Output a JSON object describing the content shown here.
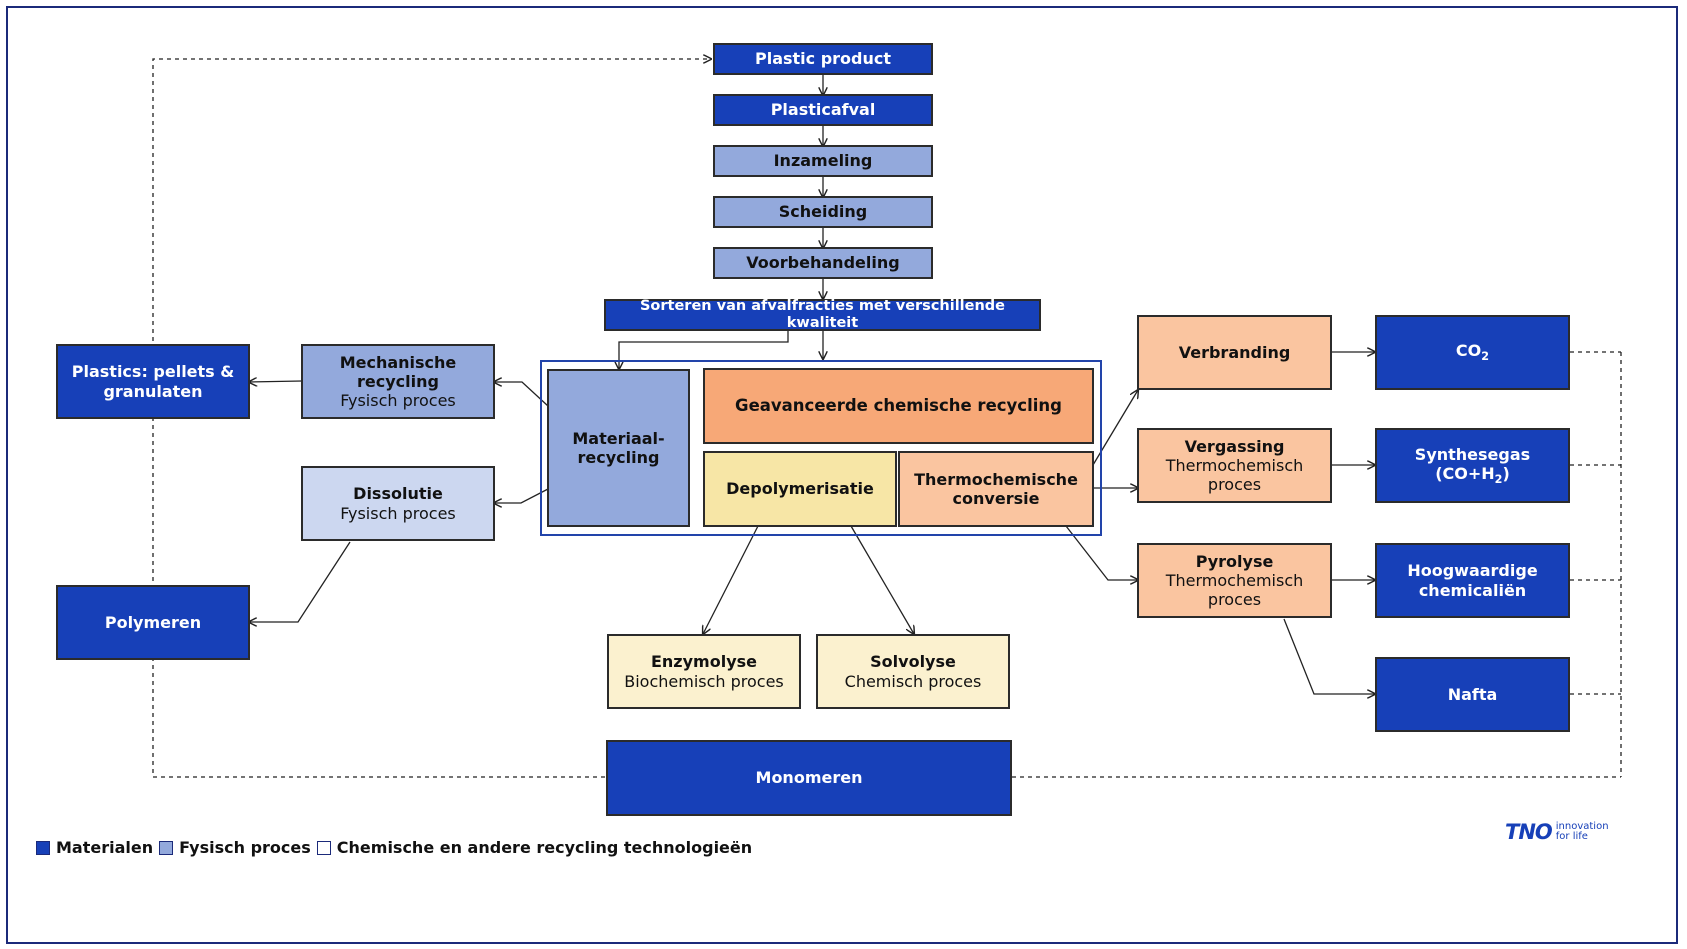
{
  "flow": {
    "plastic_product": "Plastic product",
    "plasticafval": "Plasticafval",
    "inzameling": "Inzameling",
    "scheiding": "Scheiding",
    "voorbehandeling": "Voorbehandeling",
    "sorteren": "Sorteren van afvalfracties met verschillende kwaliteit"
  },
  "left": {
    "plastics_line1": "Plastics: pellets &",
    "plastics_line2": "granulaten",
    "polymeren": "Polymeren",
    "mechanische_line1": "Mechanische",
    "mechanische_line2": "recycling",
    "mechanische_sub": "Fysisch proces",
    "dissolutie": "Dissolutie",
    "dissolutie_sub": "Fysisch proces"
  },
  "center": {
    "materiaal_line1": "Materiaal-",
    "materiaal_line2": "recycling",
    "geavanceerde": "Geavanceerde chemische recycling",
    "depolymerisatie": "Depolymerisatie",
    "thermo_line1": "Thermochemische",
    "thermo_line2": "conversie",
    "enzymolyse": "Enzymolyse",
    "enzymolyse_sub": "Biochemisch proces",
    "solvolyse": "Solvolyse",
    "solvolyse_sub": "Chemisch proces",
    "monomeren": "Monomeren"
  },
  "right": {
    "verbranding": "Verbranding",
    "vergassing": "Vergassing",
    "vergassing_sub1": "Thermochemisch",
    "vergassing_sub2": "proces",
    "pyrolyse": "Pyrolyse",
    "pyrolyse_sub1": "Thermochemisch",
    "pyrolyse_sub2": "proces",
    "co2_main": "CO",
    "co2_sub": "2",
    "synthesegas_main": "Synthesegas (CO+H",
    "synthesegas_sub": "2",
    "synthesegas_end": ")",
    "hoogwaardige_line1": "Hoogwaardige",
    "hoogwaardige_line2": "chemicaliën",
    "nafta": "Nafta"
  },
  "legend": {
    "materialen": "Materialen",
    "fysisch": "Fysisch proces",
    "chemisch": "Chemische en andere recycling technologieën"
  },
  "logo": {
    "word": "TNO",
    "tag_line1": "innovation",
    "tag_line2": "for life"
  },
  "colors": {
    "materialen": "#1740b8",
    "fysisch_proces": "#93a9dc",
    "chemisch": "#ffffff",
    "frame": "#1b2a7a"
  }
}
